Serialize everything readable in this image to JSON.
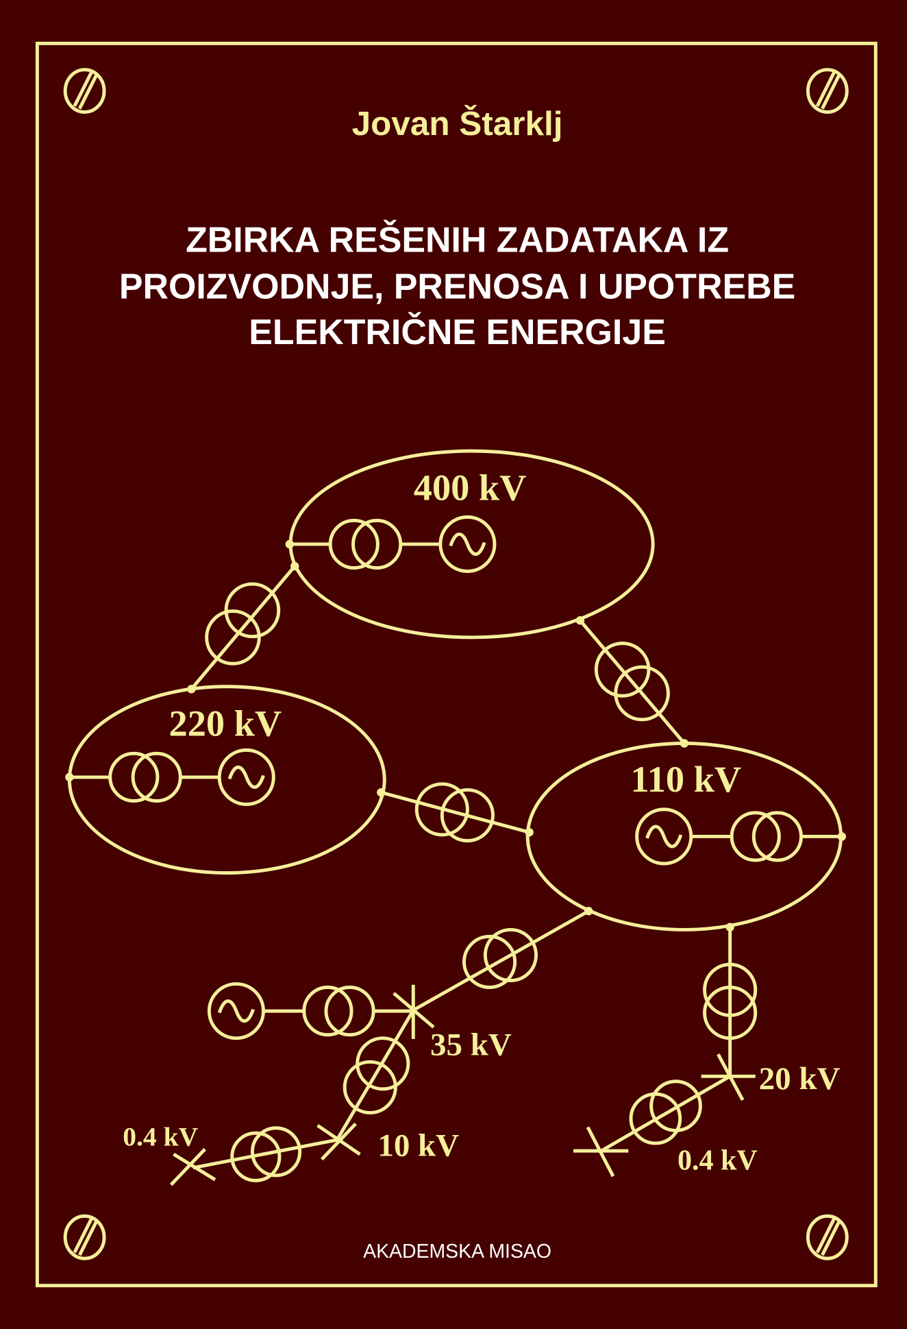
{
  "cover": {
    "author": "Jovan Štarklj",
    "title_lines": [
      "ZBIRKA REŠENIH ZADATAKA IZ",
      "PROIZVODNJE, PRENOSA I UPOTREBE",
      "ELEKTRIČNE ENERGIJE"
    ],
    "publisher": "AKADEMSKA MISAO"
  },
  "diagram": {
    "labels": {
      "kv400": "400 kV",
      "kv220": "220 kV",
      "kv110": "110 kV",
      "kv35": "35 kV",
      "kv20": "20 kV",
      "kv10": "10 kV",
      "kv04_left": "0.4 kV",
      "kv04_right": "0.4 kV"
    }
  },
  "colors": {
    "background": "#450000",
    "accent": "#f5ef9a",
    "title": "#ffffff"
  }
}
